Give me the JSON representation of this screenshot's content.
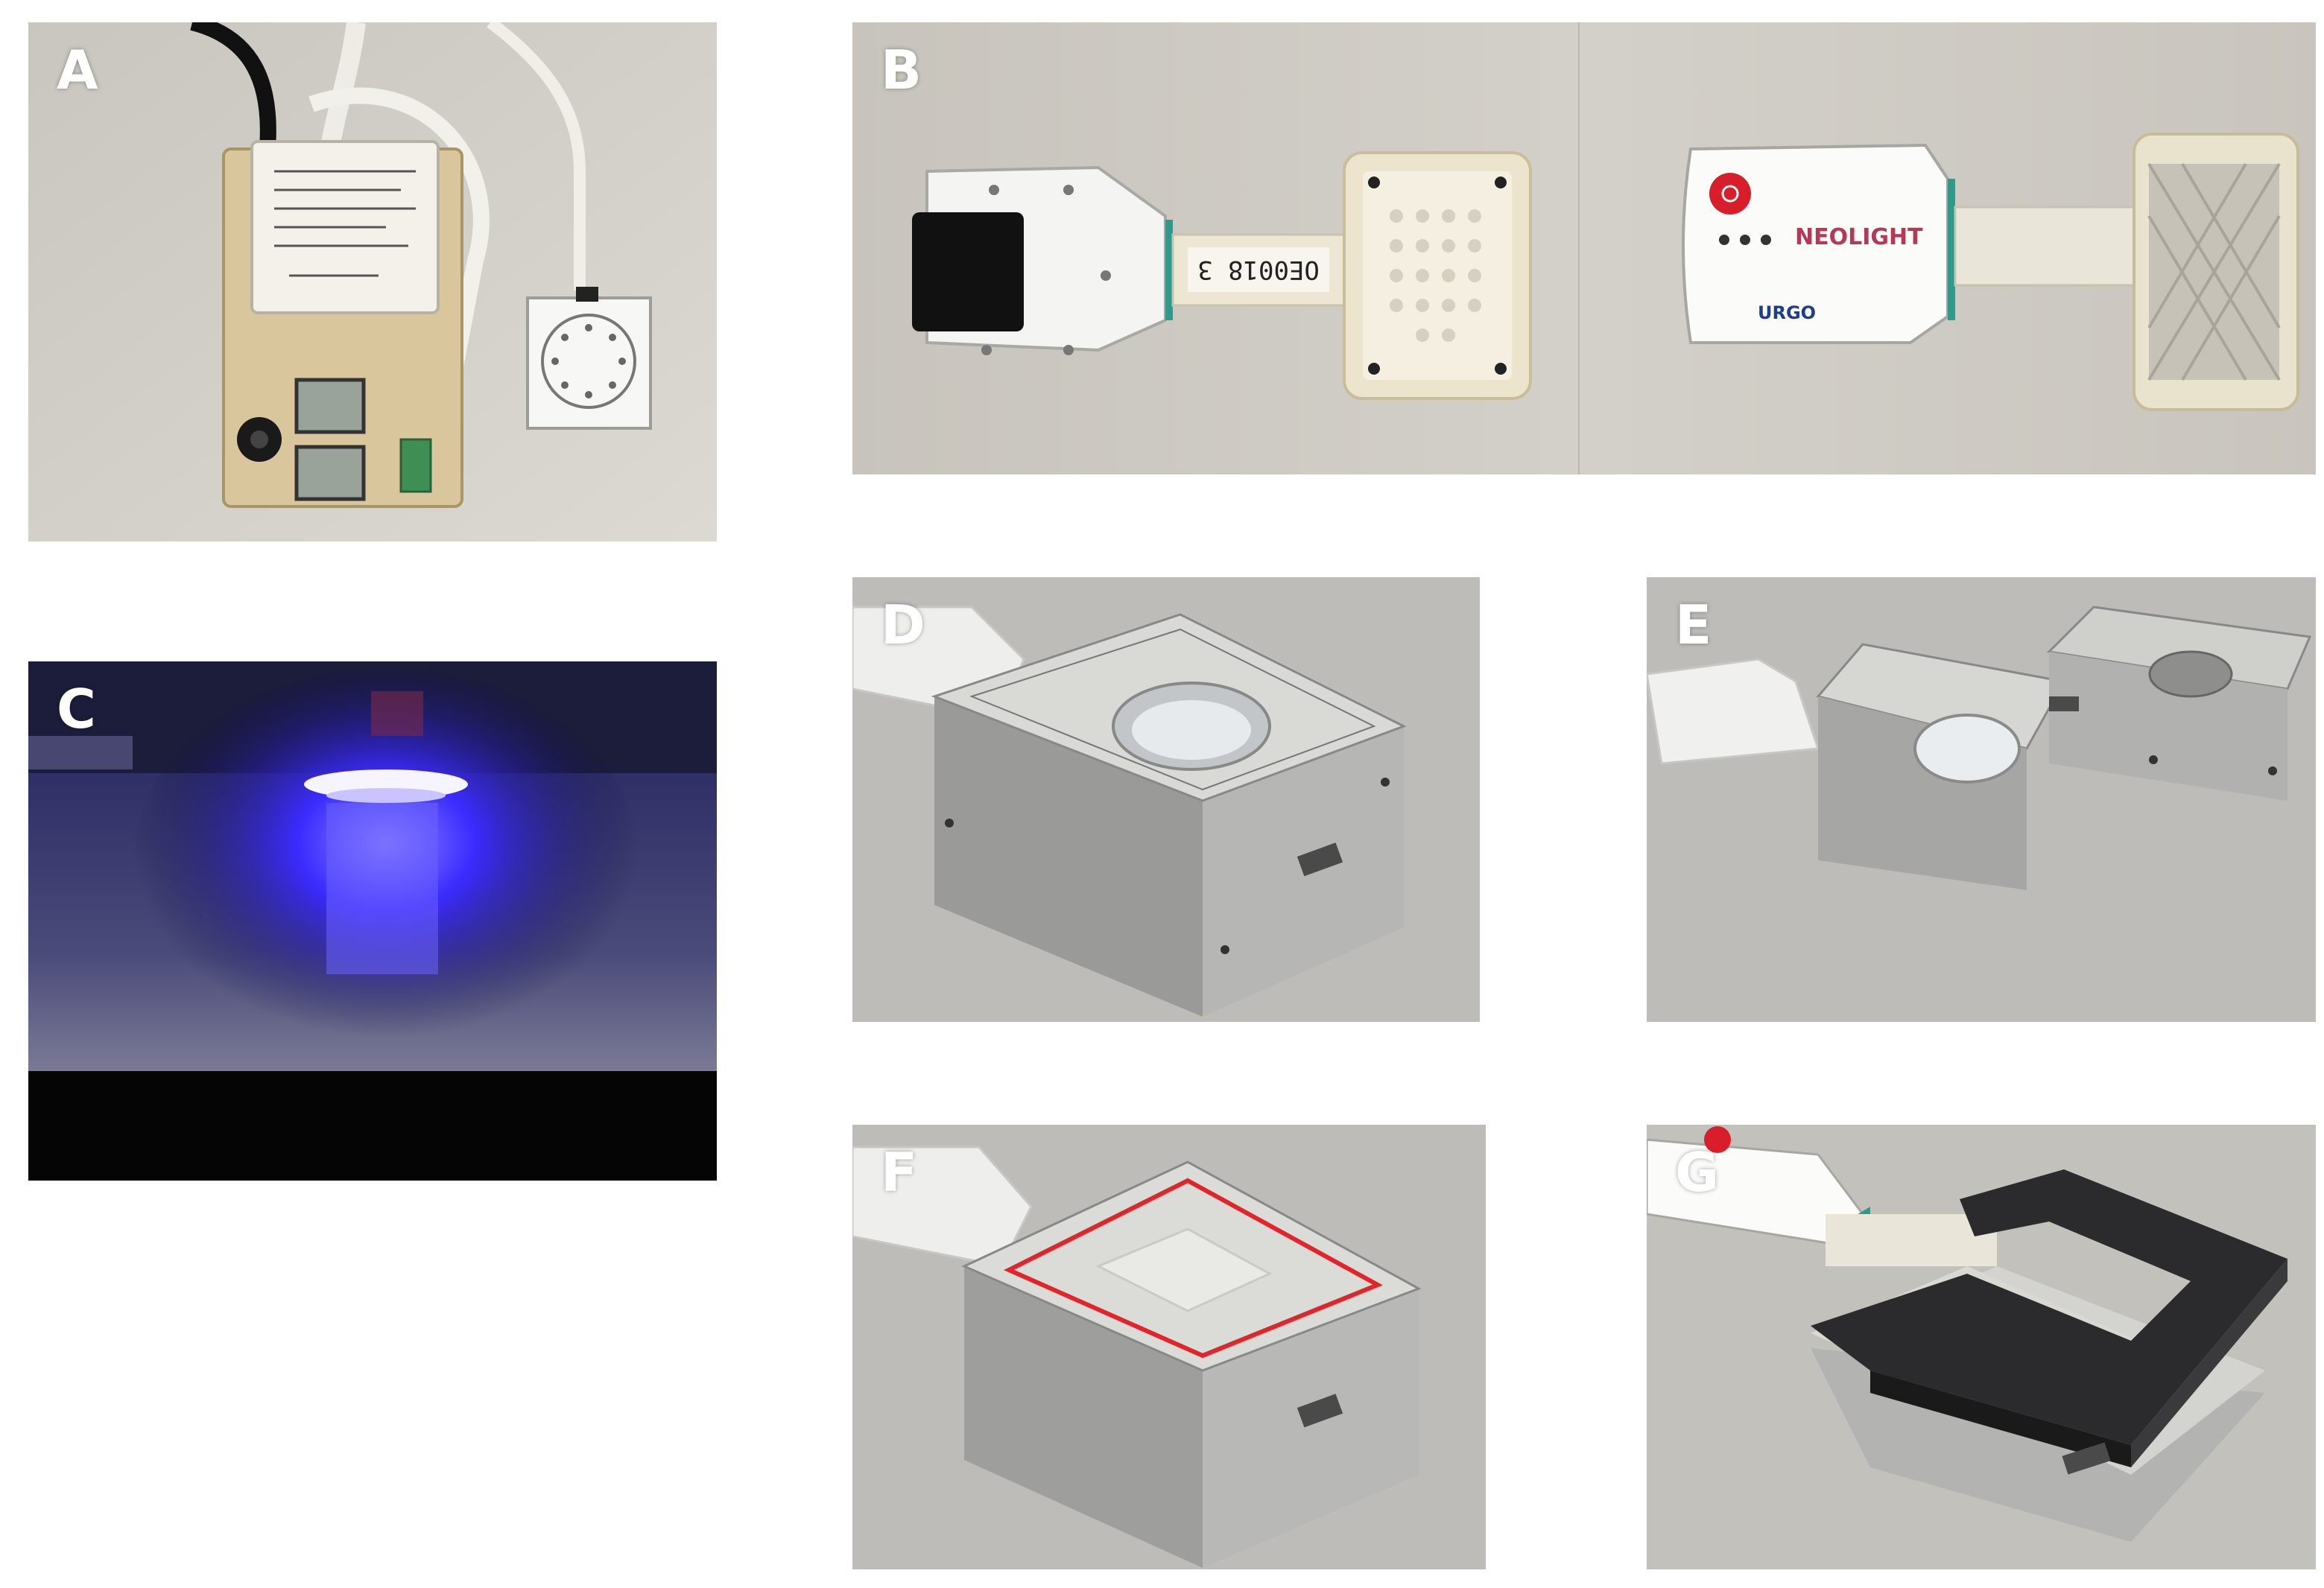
{
  "figure": {
    "panels": [
      {
        "id": "A",
        "label": "A",
        "subject": "LED controller circuit board with cabled LED light plate"
      },
      {
        "id": "B",
        "label": "B",
        "subject": "Wearable LED dressing device, back and front views"
      },
      {
        "id": "C",
        "label": "C",
        "subject": "LED plate emitting blue light in the dark"
      },
      {
        "id": "D",
        "label": "D",
        "subject": "Aluminium holder with circular well"
      },
      {
        "id": "E",
        "label": "E",
        "subject": "Opened aluminium holder with removable cup"
      },
      {
        "id": "F",
        "label": "F",
        "subject": "Aluminium holder with textured top, red outline"
      },
      {
        "id": "G",
        "label": "G",
        "subject": "Device placed on aluminium block with black frame"
      }
    ],
    "device_markings": {
      "serial_tag": "OE0018 3",
      "logo": "NEOLIGHT",
      "brand": "URGO"
    },
    "colors": {
      "background": "#ffffff",
      "label_text": "#ffffff",
      "led_blue": "#3b2bff",
      "power_button_red": "#d81e2a",
      "outline_red": "#e0262b",
      "frame_black": "#2b2b2d"
    }
  }
}
